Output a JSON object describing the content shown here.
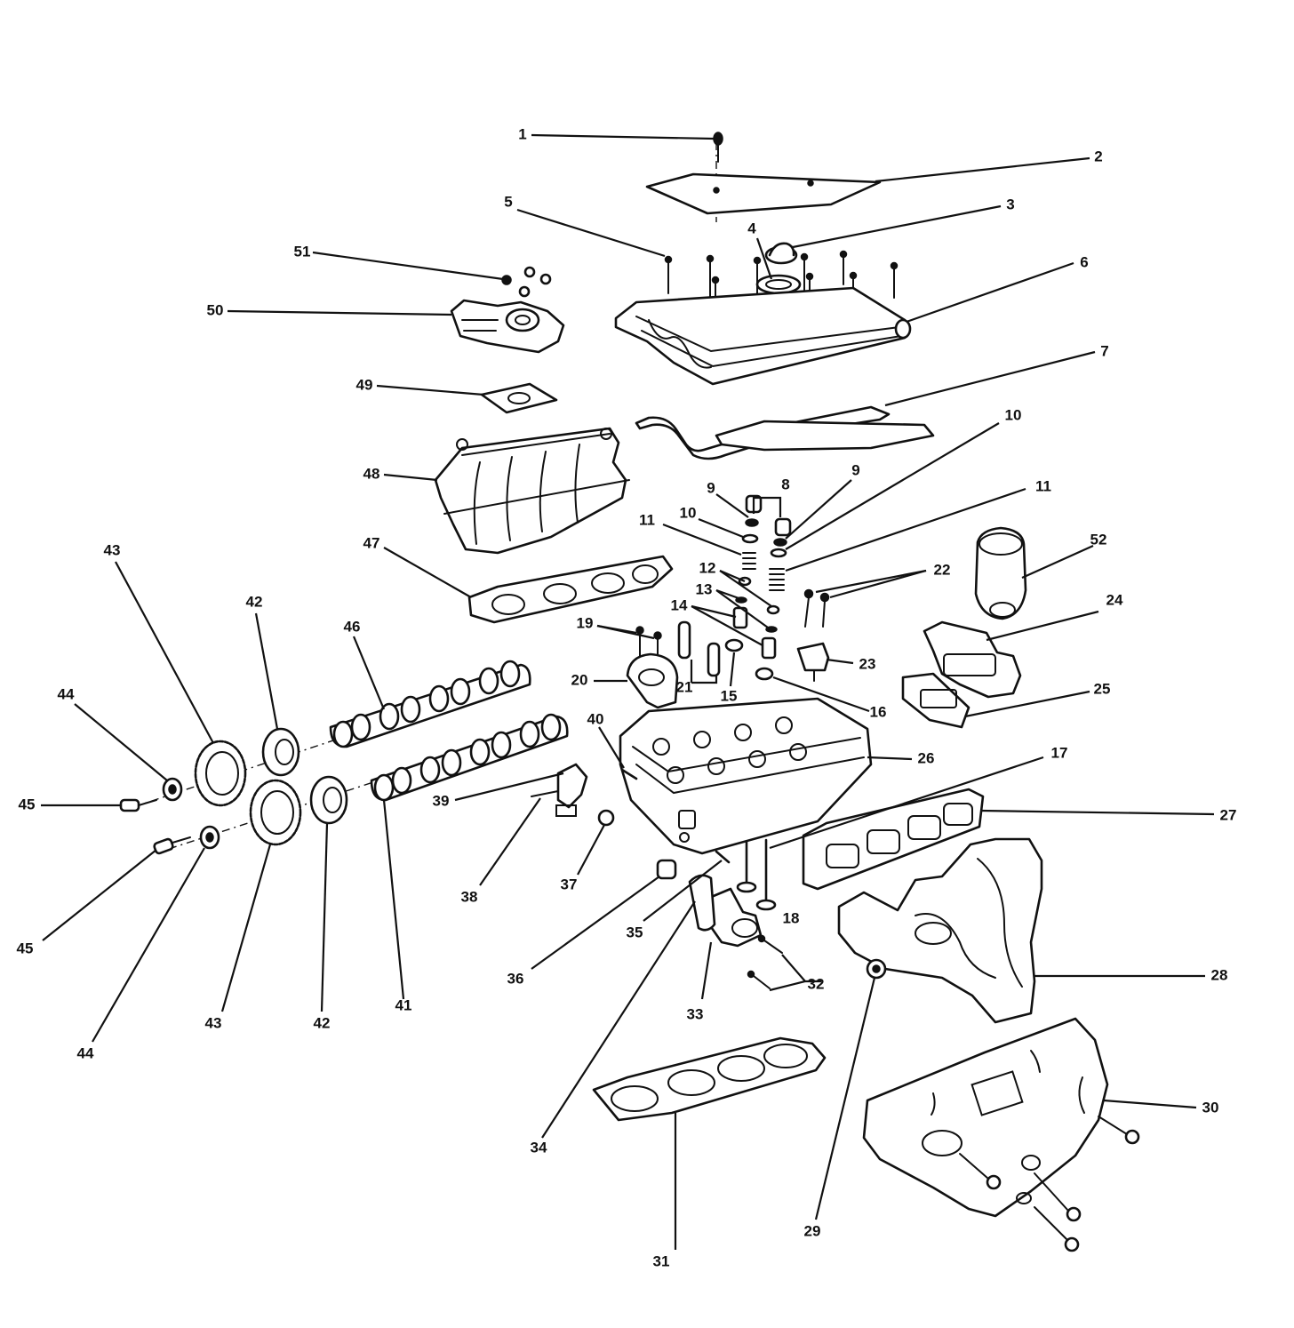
{
  "callouts": [
    {
      "id": "c1",
      "label": "1"
    },
    {
      "id": "c2",
      "label": "2"
    },
    {
      "id": "c3",
      "label": "3"
    },
    {
      "id": "c4",
      "label": "4"
    },
    {
      "id": "c5",
      "label": "5"
    },
    {
      "id": "c6",
      "label": "6"
    },
    {
      "id": "c7",
      "label": "7"
    },
    {
      "id": "c8",
      "label": "8"
    },
    {
      "id": "c9a",
      "label": "9"
    },
    {
      "id": "c9b",
      "label": "9"
    },
    {
      "id": "c10a",
      "label": "10"
    },
    {
      "id": "c10b",
      "label": "10"
    },
    {
      "id": "c11a",
      "label": "11"
    },
    {
      "id": "c11b",
      "label": "11"
    },
    {
      "id": "c12",
      "label": "12"
    },
    {
      "id": "c13",
      "label": "13"
    },
    {
      "id": "c14",
      "label": "14"
    },
    {
      "id": "c15",
      "label": "15"
    },
    {
      "id": "c16",
      "label": "16"
    },
    {
      "id": "c17",
      "label": "17"
    },
    {
      "id": "c18",
      "label": "18"
    },
    {
      "id": "c19",
      "label": "19"
    },
    {
      "id": "c20",
      "label": "20"
    },
    {
      "id": "c21",
      "label": "21"
    },
    {
      "id": "c22",
      "label": "22"
    },
    {
      "id": "c23",
      "label": "23"
    },
    {
      "id": "c24",
      "label": "24"
    },
    {
      "id": "c25",
      "label": "25"
    },
    {
      "id": "c26",
      "label": "26"
    },
    {
      "id": "c27",
      "label": "27"
    },
    {
      "id": "c28",
      "label": "28"
    },
    {
      "id": "c29",
      "label": "29"
    },
    {
      "id": "c30",
      "label": "30"
    },
    {
      "id": "c31",
      "label": "31"
    },
    {
      "id": "c32",
      "label": "32"
    },
    {
      "id": "c33",
      "label": "33"
    },
    {
      "id": "c34",
      "label": "34"
    },
    {
      "id": "c35",
      "label": "35"
    },
    {
      "id": "c36",
      "label": "36"
    },
    {
      "id": "c37",
      "label": "37"
    },
    {
      "id": "c38",
      "label": "38"
    },
    {
      "id": "c39",
      "label": "39"
    },
    {
      "id": "c40",
      "label": "40"
    },
    {
      "id": "c41",
      "label": "41"
    },
    {
      "id": "c42a",
      "label": "42"
    },
    {
      "id": "c42b",
      "label": "42"
    },
    {
      "id": "c43a",
      "label": "43"
    },
    {
      "id": "c43b",
      "label": "43"
    },
    {
      "id": "c44a",
      "label": "44"
    },
    {
      "id": "c44b",
      "label": "44"
    },
    {
      "id": "c45a",
      "label": "45"
    },
    {
      "id": "c45b",
      "label": "45"
    },
    {
      "id": "c46",
      "label": "46"
    },
    {
      "id": "c47",
      "label": "47"
    },
    {
      "id": "c48",
      "label": "48"
    },
    {
      "id": "c49",
      "label": "49"
    },
    {
      "id": "c50",
      "label": "50"
    },
    {
      "id": "c51",
      "label": "51"
    },
    {
      "id": "c52",
      "label": "52"
    }
  ]
}
